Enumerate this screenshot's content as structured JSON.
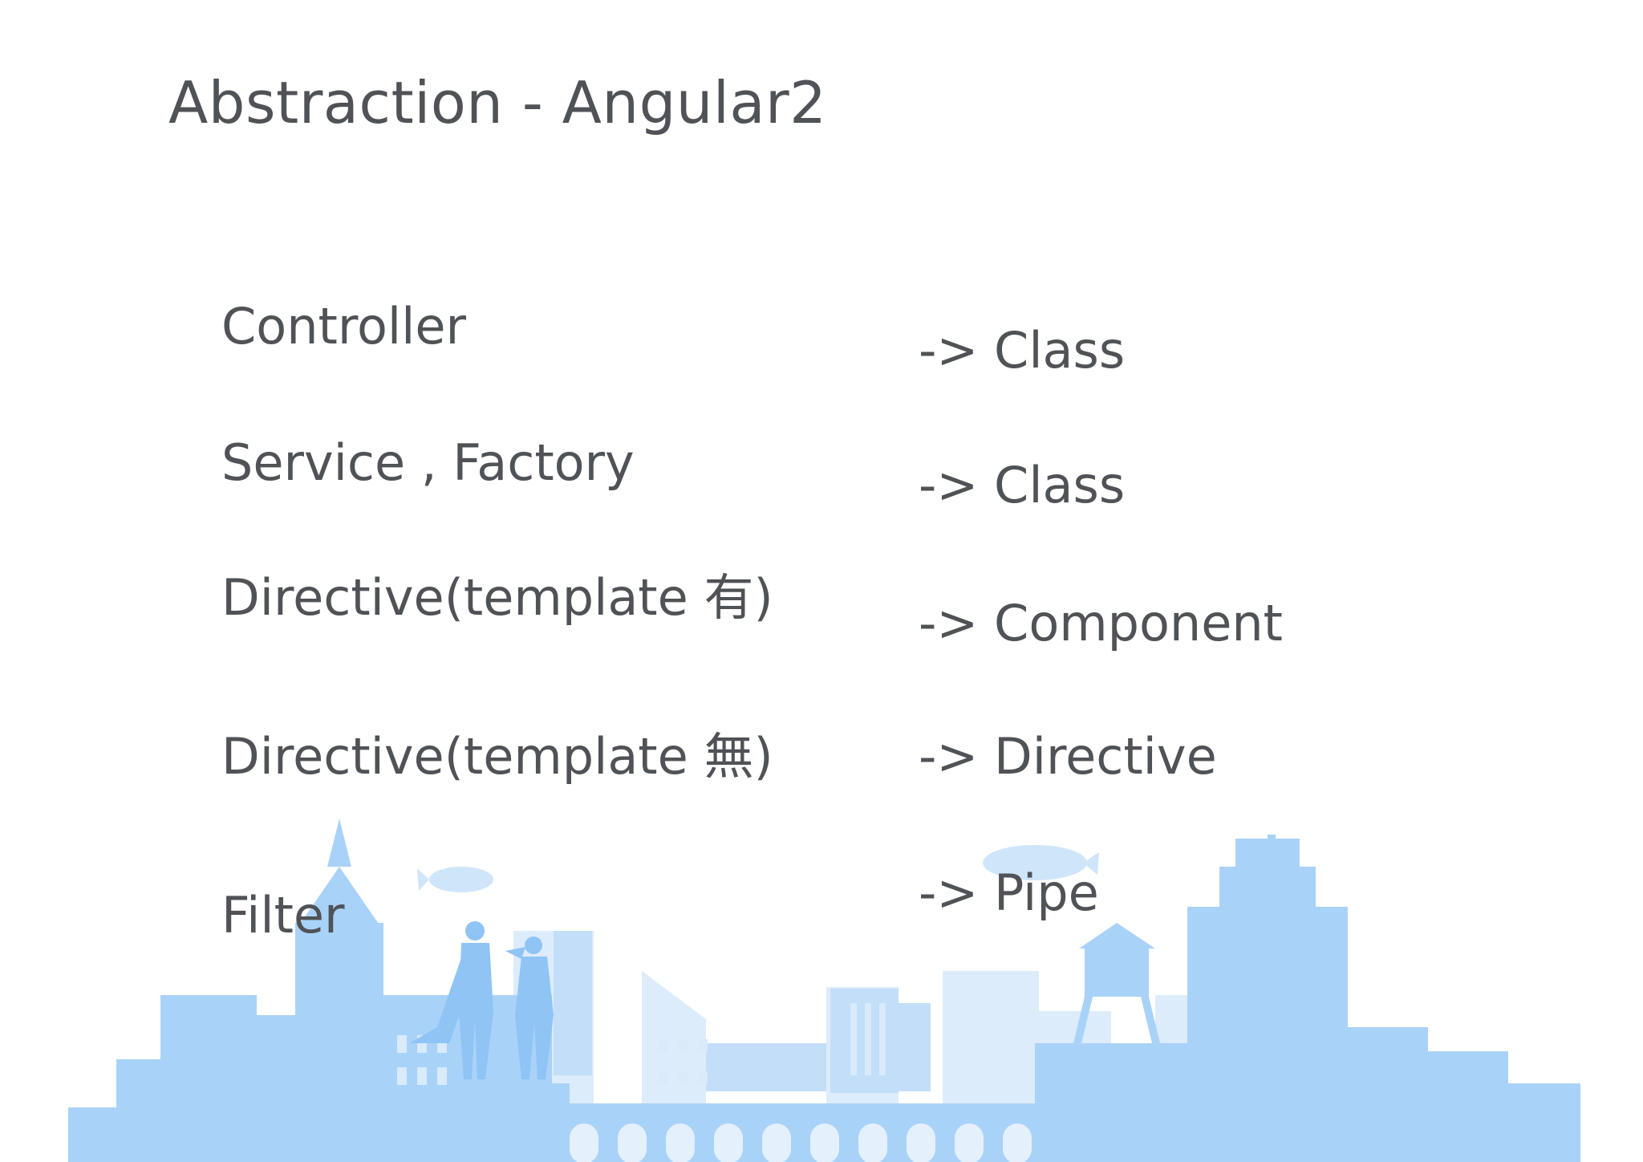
{
  "title": "Abstraction - Angular2",
  "mappings": [
    {
      "from": "Controller",
      "to": "-> Class"
    },
    {
      "from": "Service , Factory",
      "to": "-> Class"
    },
    {
      "from": "Directive(template 有)",
      "to": "-> Component"
    },
    {
      "from": "Directive(template 無)",
      "to": "-> Directive"
    },
    {
      "from": "Filter",
      "to": "-> Pipe"
    }
  ],
  "colors": {
    "text": "#4f5256",
    "skyline_dark": "#9fcdf7",
    "skyline_mid": "#b9daf8",
    "skyline_light": "#d6e9fb"
  }
}
